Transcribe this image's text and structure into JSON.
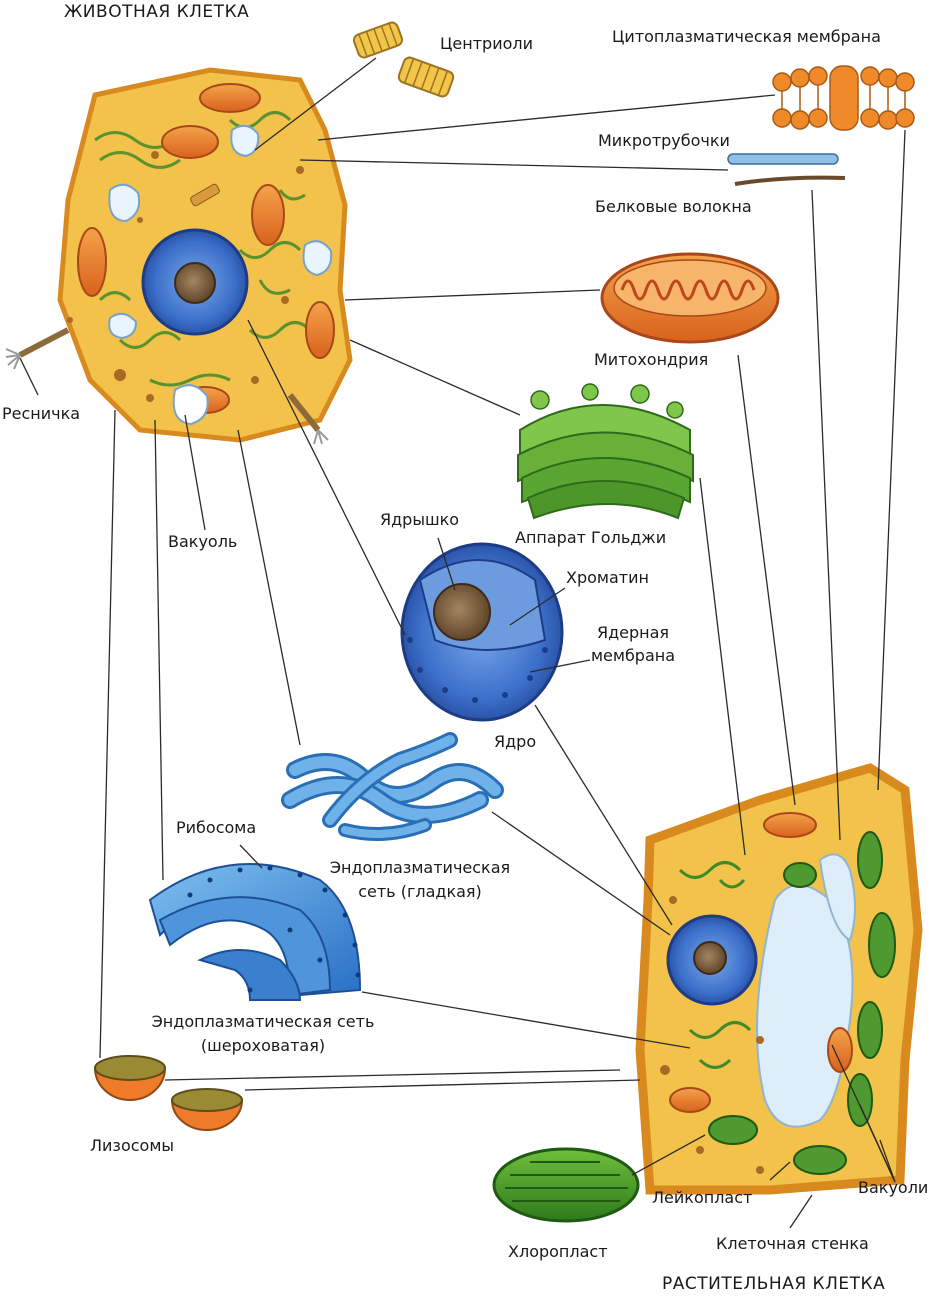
{
  "titles": {
    "animal_cell": "ЖИВОТНАЯ КЛЕТКА",
    "plant_cell": "РАСТИТЕЛЬНАЯ КЛЕТКА"
  },
  "labels": {
    "centrioles": "Центриоли",
    "cytoplasmic_membrane": "Цитоплазматическая мембрана",
    "microtubules": "Микротрубочки",
    "protein_fibers": "Белковые волокна",
    "mitochondrion": "Митохондрия",
    "cilium": "Ресничка",
    "golgi": "Аппарат Гольджи",
    "nucleolus": "Ядрышко",
    "chromatin": "Хроматин",
    "nuclear_membrane_1": "Ядерная",
    "nuclear_membrane_2": "мембрана",
    "vacuole": "Вакуоль",
    "nucleus": "Ядро",
    "ribosome": "Рибосома",
    "smooth_er_1": "Эндоплазматическая",
    "smooth_er_2": "сеть (гладкая)",
    "rough_er_1": "Эндоплазматическая сеть",
    "rough_er_2": "(шероховатая)",
    "lysosomes": "Лизосомы",
    "leucoplast": "Лейкопласт",
    "vacuoles": "Вакуоли",
    "chloroplast": "Хлоропласт",
    "cell_wall": "Клеточная стенка"
  },
  "colors": {
    "cytoplasm": "#f3c24a",
    "membrane_orange": "#e98a2a",
    "nucleus_blue": "#3b6fc9",
    "golgi_green": "#5aa632",
    "er_blue": "#3a8ad6",
    "chloroplast_green": "#3f8a2a",
    "plant_vacuole": "#ddeefa"
  }
}
